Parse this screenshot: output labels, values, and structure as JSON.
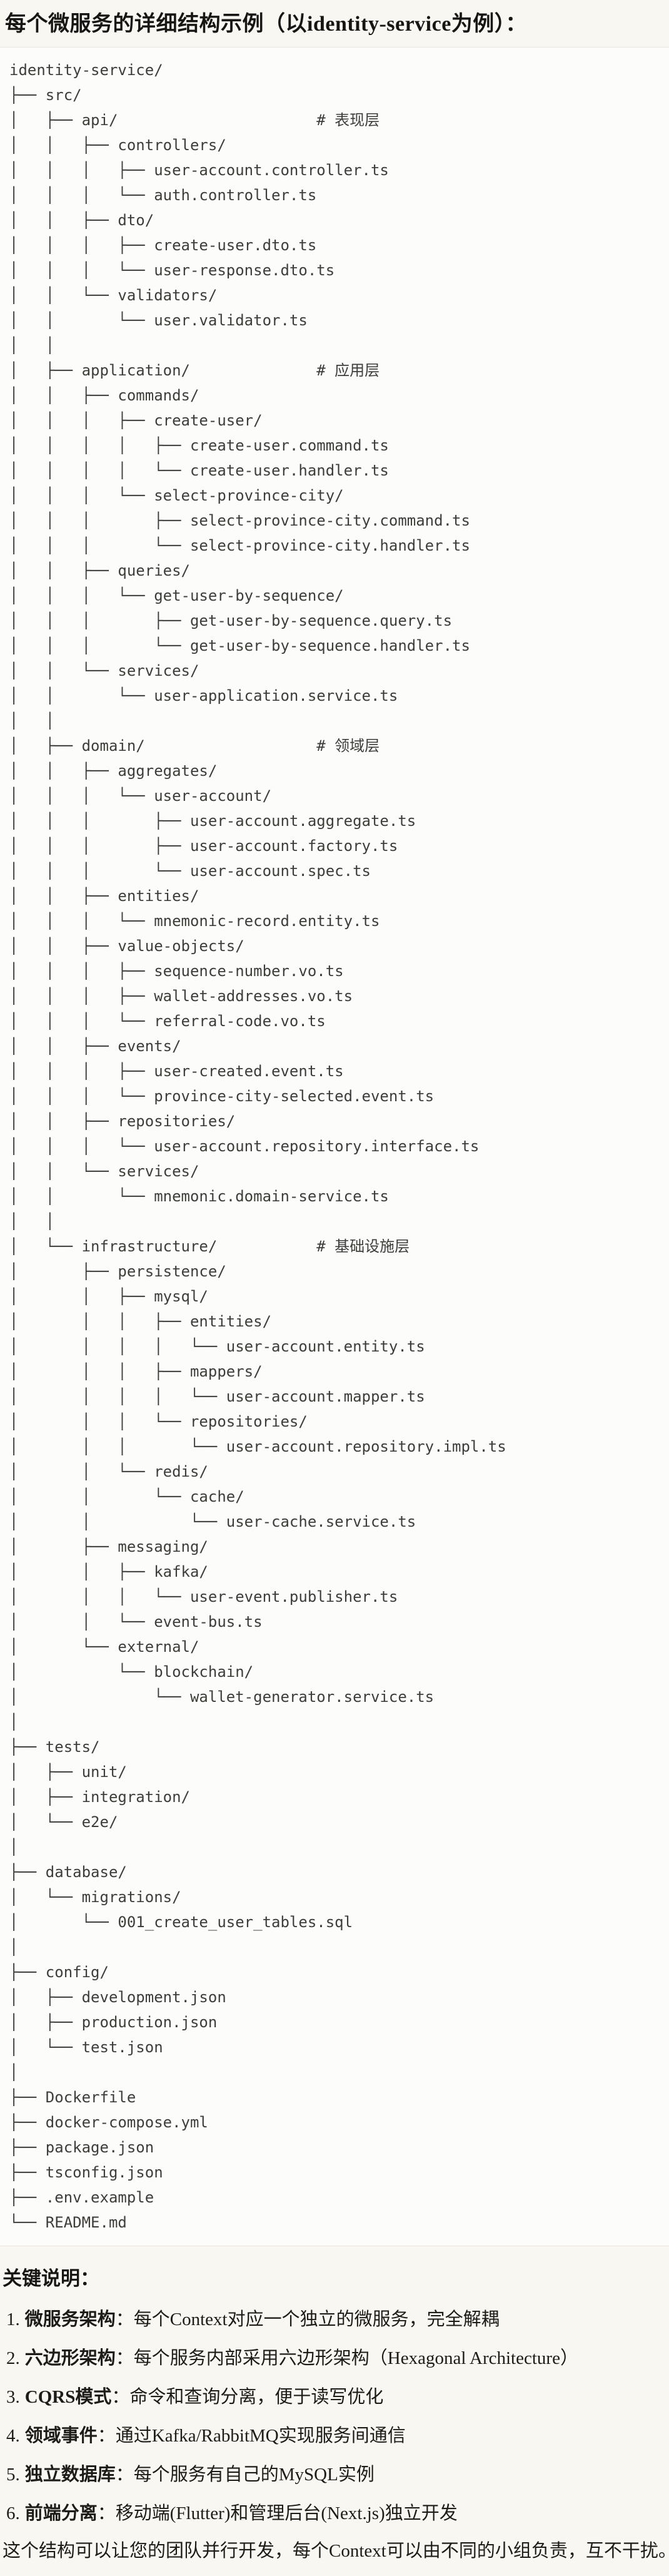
{
  "page": {
    "title": "每个微服务的详细结构示例（以identity-service为例）："
  },
  "colors": {
    "page_bg": "#f9f7f2",
    "code_bg": "#fcfcfa",
    "border": "#e8e5dd",
    "text": "#1d1c19",
    "code_text": "#3e3d39"
  },
  "code_block": {
    "language": "plaintext-directory-tree",
    "lines": [
      "identity-service/",
      "├── src/",
      "│   ├── api/                      # 表现层",
      "│   │   ├── controllers/",
      "│   │   │   ├── user-account.controller.ts",
      "│   │   │   └── auth.controller.ts",
      "│   │   ├── dto/",
      "│   │   │   ├── create-user.dto.ts",
      "│   │   │   └── user-response.dto.ts",
      "│   │   └── validators/",
      "│   │       └── user.validator.ts",
      "│   │",
      "│   ├── application/              # 应用层",
      "│   │   ├── commands/",
      "│   │   │   ├── create-user/",
      "│   │   │   │   ├── create-user.command.ts",
      "│   │   │   │   └── create-user.handler.ts",
      "│   │   │   └── select-province-city/",
      "│   │   │       ├── select-province-city.command.ts",
      "│   │   │       └── select-province-city.handler.ts",
      "│   │   ├── queries/",
      "│   │   │   └── get-user-by-sequence/",
      "│   │   │       ├── get-user-by-sequence.query.ts",
      "│   │   │       └── get-user-by-sequence.handler.ts",
      "│   │   └── services/",
      "│   │       └── user-application.service.ts",
      "│   │",
      "│   ├── domain/                   # 领域层",
      "│   │   ├── aggregates/",
      "│   │   │   └── user-account/",
      "│   │   │       ├── user-account.aggregate.ts",
      "│   │   │       ├── user-account.factory.ts",
      "│   │   │       └── user-account.spec.ts",
      "│   │   ├── entities/",
      "│   │   │   └── mnemonic-record.entity.ts",
      "│   │   ├── value-objects/",
      "│   │   │   ├── sequence-number.vo.ts",
      "│   │   │   ├── wallet-addresses.vo.ts",
      "│   │   │   └── referral-code.vo.ts",
      "│   │   ├── events/",
      "│   │   │   ├── user-created.event.ts",
      "│   │   │   └── province-city-selected.event.ts",
      "│   │   ├── repositories/",
      "│   │   │   └── user-account.repository.interface.ts",
      "│   │   └── services/",
      "│   │       └── mnemonic.domain-service.ts",
      "│   │",
      "│   └── infrastructure/           # 基础设施层",
      "│       ├── persistence/",
      "│       │   ├── mysql/",
      "│       │   │   ├── entities/",
      "│       │   │   │   └── user-account.entity.ts",
      "│       │   │   ├── mappers/",
      "│       │   │   │   └── user-account.mapper.ts",
      "│       │   │   └── repositories/",
      "│       │   │       └── user-account.repository.impl.ts",
      "│       │   └── redis/",
      "│       │       └── cache/",
      "│       │           └── user-cache.service.ts",
      "│       ├── messaging/",
      "│       │   ├── kafka/",
      "│       │   │   └── user-event.publisher.ts",
      "│       │   └── event-bus.ts",
      "│       └── external/",
      "│           └── blockchain/",
      "│               └── wallet-generator.service.ts",
      "│",
      "├── tests/",
      "│   ├── unit/",
      "│   ├── integration/",
      "│   └── e2e/",
      "│",
      "├── database/",
      "│   └── migrations/",
      "│       └── 001_create_user_tables.sql",
      "│",
      "├── config/",
      "│   ├── development.json",
      "│   ├── production.json",
      "│   └── test.json",
      "│",
      "├── Dockerfile",
      "├── docker-compose.yml",
      "├── package.json",
      "├── tsconfig.json",
      "├── .env.example",
      "└── README.md"
    ]
  },
  "notes": {
    "heading": "关键说明：",
    "items": [
      {
        "num": "1.",
        "label": "微服务架构",
        "desc": "：每个Context对应一个独立的微服务，完全解耦"
      },
      {
        "num": "2.",
        "label": "六边形架构",
        "desc": "：每个服务内部采用六边形架构（Hexagonal Architecture）"
      },
      {
        "num": "3.",
        "label": "CQRS模式",
        "desc": "：命令和查询分离，便于读写优化"
      },
      {
        "num": "4.",
        "label": "领域事件",
        "desc": "：通过Kafka/RabbitMQ实现服务间通信"
      },
      {
        "num": "5.",
        "label": "独立数据库",
        "desc": "：每个服务有自己的MySQL实例"
      },
      {
        "num": "6.",
        "label": "前端分离",
        "desc": "：移动端(Flutter)和管理后台(Next.js)独立开发"
      }
    ],
    "footer": "这个结构可以让您的团队并行开发，每个Context可以由不同的小组负责，互不干扰。"
  }
}
